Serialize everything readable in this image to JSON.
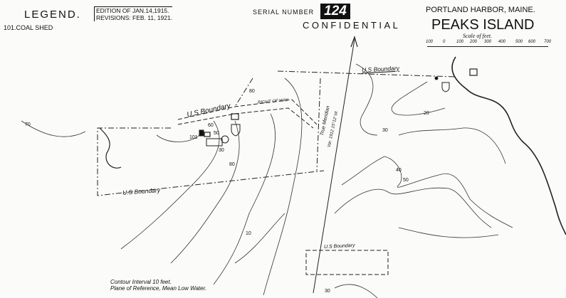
{
  "legend": {
    "title": "LEGEND.",
    "items": [
      "101.COAL SHED"
    ]
  },
  "edition": {
    "line1": "EDITION OF JAN.14,1915.",
    "line2": "REVISIONS: FEB. 11, 1921."
  },
  "serial": {
    "label": "SERIAL NUMBER",
    "number": "124"
  },
  "classification": "CONFIDENTIAL",
  "title": {
    "harbor": "PORTLAND HARBOR, MAINE.",
    "island": "PEAKS ISLAND"
  },
  "scale": {
    "label": "Scale of feet.",
    "ticks": [
      "100",
      "0",
      "100",
      "200",
      "300",
      "400",
      "500",
      "600",
      "700"
    ]
  },
  "labels": {
    "boundary_top": "U.S Boundary",
    "boundary_left": "U.S Boundary",
    "boundary_bottom": "U.S Boundary",
    "boundary_south": "U.S Boundary",
    "right_of_way": "RIGHT OF WAY",
    "meridian1": "True Meridian",
    "meridian2": "Var. 1912 15°12' W.",
    "coal_shed": "101"
  },
  "depths": [
    "20",
    "30",
    "40",
    "50",
    "30",
    "80",
    "70",
    "60",
    "50",
    "30",
    "10",
    "80"
  ],
  "notes": {
    "contour": "Contour Interval 10 feet.",
    "plane": "Plane of Reference, Mean Low Water."
  }
}
